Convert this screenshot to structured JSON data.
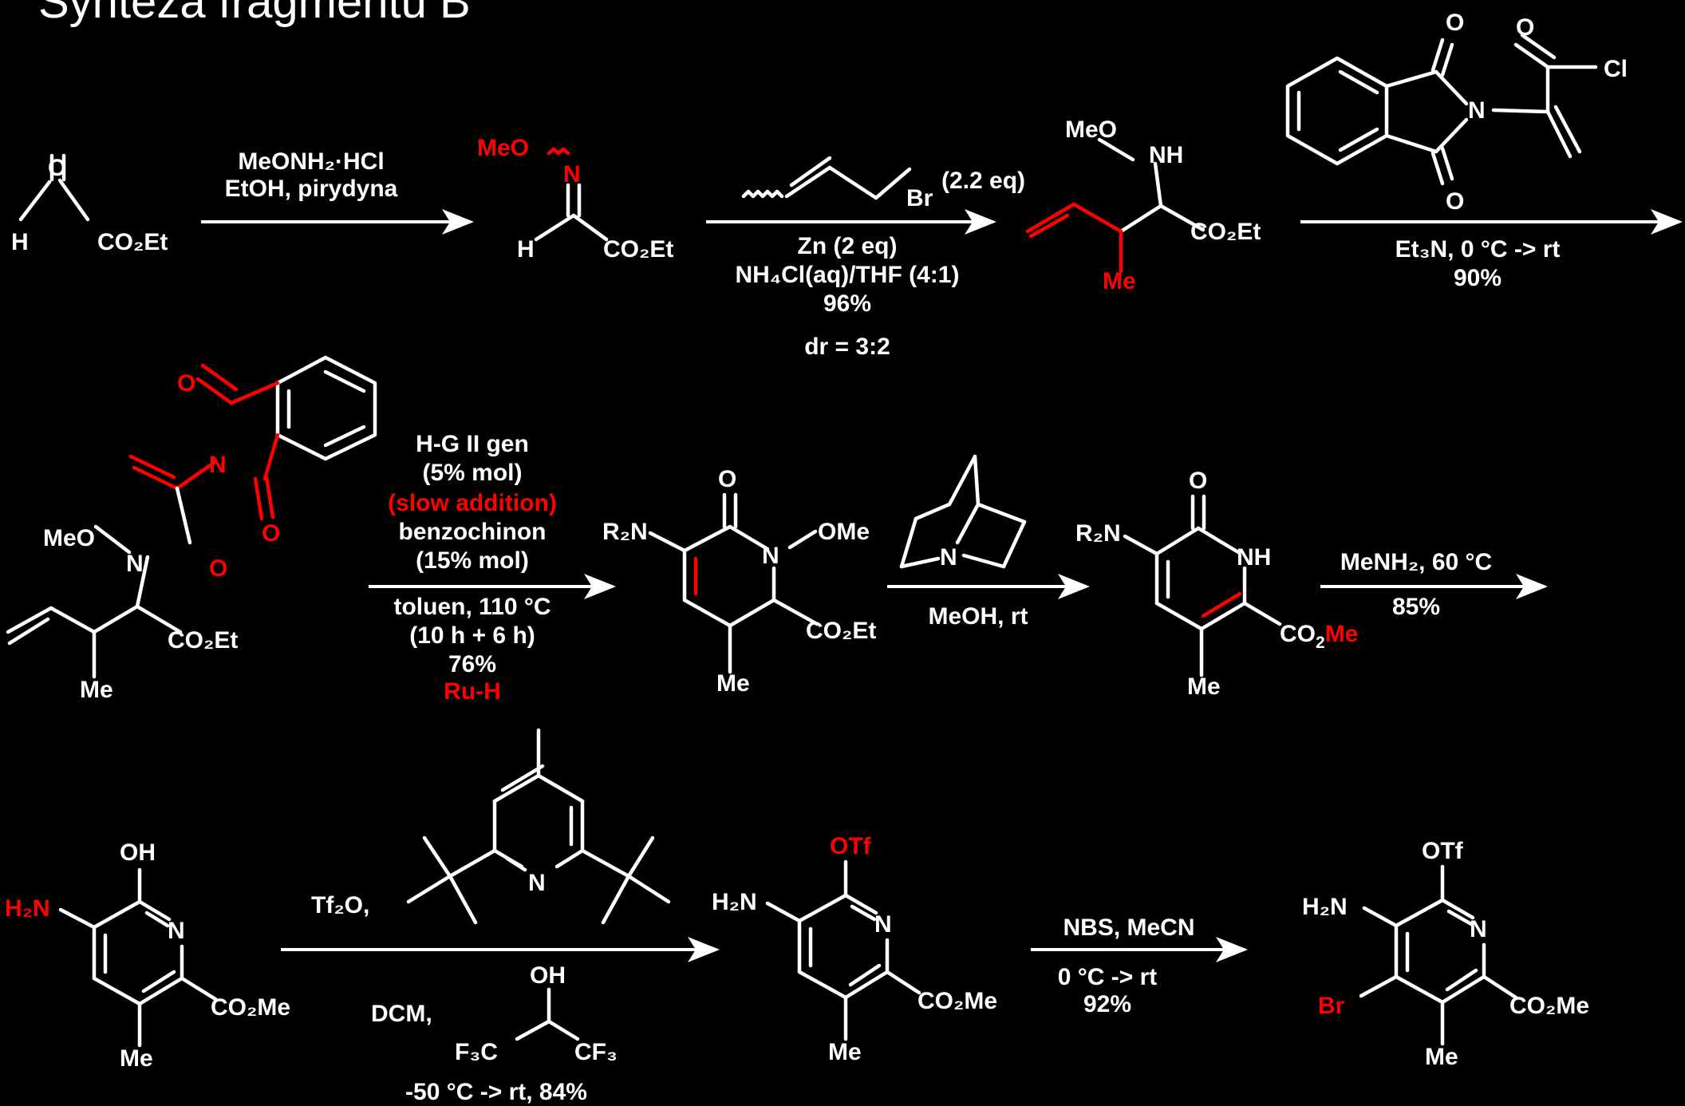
{
  "title": "Synteza fragmentu B",
  "colors": {
    "background": "#000000",
    "text": "#ffffff",
    "highlight": "#ff0000"
  },
  "atoms": {
    "O": "O",
    "H": "H",
    "N": "N",
    "NH": "NH",
    "Cl": "Cl",
    "Br": "Br",
    "OH": "OH",
    "OTf": "OTf",
    "Me": "Me",
    "MeO": "MeO",
    "OMe": "OMe",
    "CO2Et": "CO₂Et",
    "CO2Me": "CO₂Me",
    "R2N": "R₂N",
    "H2N": "H₂N",
    "F3C": "F₃C",
    "CF3": "CF₃",
    "Tf2O": "Tf₂O,"
  },
  "steps": {
    "s1": {
      "line1": "MeONH₂·HCl",
      "line2": "EtOH, pirydyna"
    },
    "s2": {
      "reagent_eq": "(2.2 eq)",
      "line1": "Zn (2 eq)",
      "line2": "NH₄Cl(aq)/THF (4:1)",
      "yield": "96%",
      "dr": "dr = 3:2"
    },
    "s3": {
      "line1": "Et₃N, 0 °C -> rt",
      "yield": "90%"
    },
    "s4": {
      "line1": "H-G II gen",
      "line2": "(5% mol)",
      "line3": "(slow addition)",
      "line4": "benzochinon",
      "line5": "(15% mol)",
      "line6": "toluen, 110 °C",
      "line7": "(10 h + 6 h)",
      "yield": "76%",
      "note": "Ru-H"
    },
    "s5": {
      "line1": "MeOH, rt"
    },
    "s6": {
      "line1": "MeNH₂, 60 °C",
      "yield": "85%"
    },
    "s7": {
      "solvent": "DCM,",
      "line1": "-50 °C -> rt, 84%"
    },
    "s8": {
      "line1": "NBS, MeCN",
      "line2": "0 °C -> rt",
      "yield": "92%"
    }
  }
}
